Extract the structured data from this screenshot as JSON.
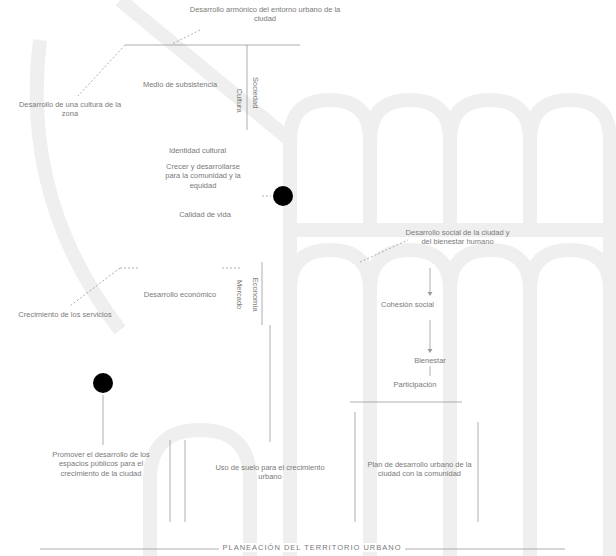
{
  "diagram": {
    "labels": [
      "Desarrollo armónico del entorno urbano de la ciudad",
      "Medio de subsistencia",
      "Desarrollo de una cultura de la zona",
      "Identidad cultural",
      "Crecer y desarrollarse para la comunidad y la equidad",
      "Calidad de vida",
      "Desarrollo social de la ciudad y del bienestar humano",
      "Cohesión social",
      "Bienestar",
      "Participación",
      "Desarrollo económico",
      "Crecimiento de los servicios",
      "Promover el desarrollo de los espacios públicos para el crecimiento de la ciudad",
      "Uso de suelo para el crecimiento urbano",
      "Plan de desarrollo urbano de la ciudad con la comunidad",
      "PLANEACIÓN DEL TERRITORIO URBANO",
      "Sociedad",
      "Cultura",
      "Economía",
      "Mercado"
    ]
  }
}
